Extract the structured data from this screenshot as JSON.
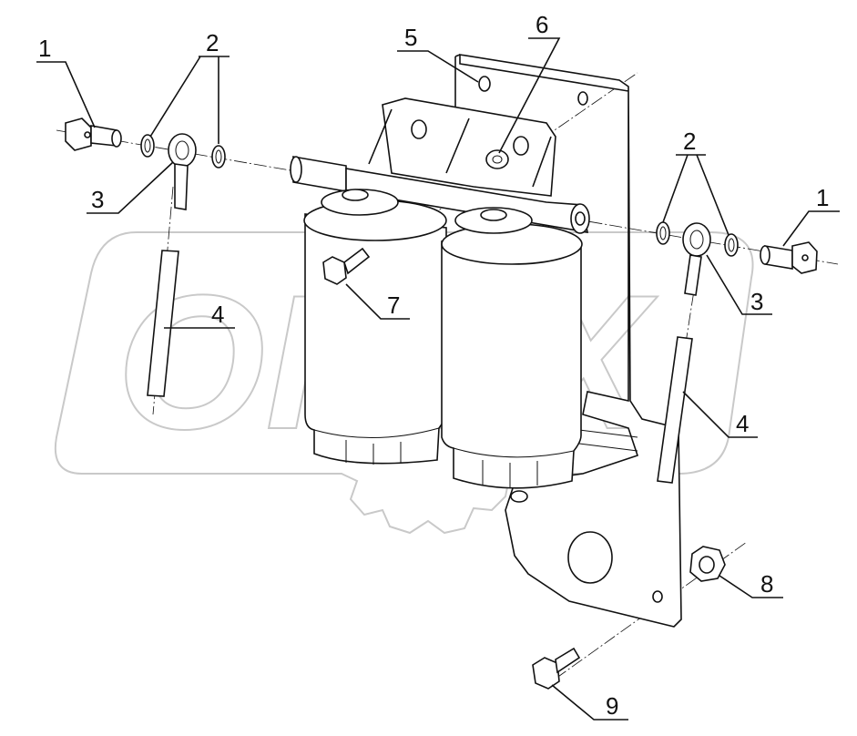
{
  "watermark": {
    "text": "OPEX"
  },
  "callouts": [
    {
      "id": "c1a",
      "label": "1"
    },
    {
      "id": "c2a",
      "label": "2"
    },
    {
      "id": "c3a",
      "label": "3"
    },
    {
      "id": "c4a",
      "label": "4"
    },
    {
      "id": "c5",
      "label": "5"
    },
    {
      "id": "c6",
      "label": "6"
    },
    {
      "id": "c7",
      "label": "7"
    },
    {
      "id": "c2b",
      "label": "2"
    },
    {
      "id": "c1b",
      "label": "1"
    },
    {
      "id": "c3b",
      "label": "3"
    },
    {
      "id": "c4b",
      "label": "4"
    },
    {
      "id": "c8",
      "label": "8"
    },
    {
      "id": "c9",
      "label": "9"
    }
  ]
}
